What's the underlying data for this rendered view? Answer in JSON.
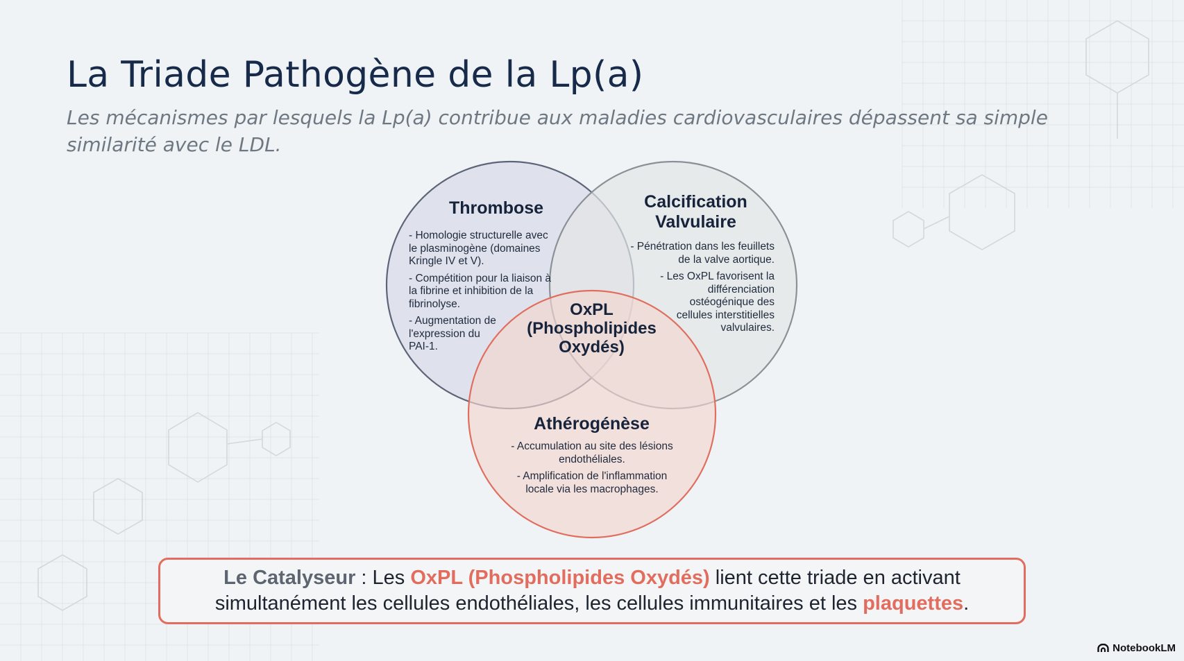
{
  "slide": {
    "title": "La Triade Pathogène de la Lp(a)",
    "subtitle": "Les mécanismes par lesquels la Lp(a) contribue aux maladies cardiovasculaires dépassent sa simple similarité avec le LDL."
  },
  "venn": {
    "thrombose": {
      "title": "Thrombose",
      "items": [
        "- Homologie structurelle avec le plasminogène (domaines Kringle IV et V).",
        "- Compétition pour la liaison à la fibrine et inhibition de la fibrinolyse.",
        "- Augmentation de l'expression du PAI-1."
      ],
      "color": "#d9dce8"
    },
    "calcification": {
      "title_line1": "Calcification",
      "title_line2": "Valvulaire",
      "items": [
        "- Pénétration dans les feuillets de la valve aortique.",
        "- Les OxPL favorisent la différenciation ostéogénique des cellules interstitielles valvulaires."
      ],
      "color": "#e2e6e7"
    },
    "center": {
      "line1": "OxPL",
      "line2": "(Phospholipides",
      "line3": "Oxydés)"
    },
    "atherogenese": {
      "title": "Athérogénèse",
      "items": [
        "- Accumulation au site des lésions endothéliales.",
        "- Amplification de l'inflammation locale via les macrophages."
      ],
      "color": "#f3d6d0"
    }
  },
  "callout": {
    "label": "Le Catalyseur",
    "sep": " : Les ",
    "oxpl": "OxPL (Phospholipides Oxydés)",
    "middle": " lient cette triade en activant simultanément les cellules endothéliales, les cellules immunitaires et les ",
    "plaquettes": "plaquettes",
    "end": ".",
    "accent_color": "#e26d5e"
  },
  "brand": {
    "name": "NotebookLM",
    "icon": "notebooklm-logo-icon"
  }
}
